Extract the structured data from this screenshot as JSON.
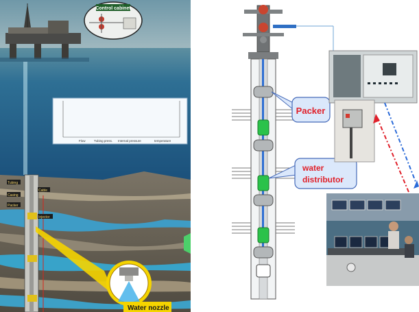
{
  "left_panel": {
    "control_cabinet_label": "Control cabinet",
    "chart_legend": [
      "Flow",
      "Tubing press.",
      "Internal pressure",
      "temperature"
    ],
    "well_labels": {
      "tubing": "Tubing",
      "cable": "Cable",
      "casing": "Casing",
      "packer": "Packer",
      "injector": "Injector"
    },
    "water_nozzle_label": "Water nozzle"
  },
  "right_panel": {
    "packer_label": "Packer",
    "water_distributor_label": "water distributor"
  },
  "colors": {
    "sky_top": "#4b7c93",
    "sea": "#2c7aa0",
    "label_red": "#e0202a",
    "label_blue": "#1a3ea8",
    "callout_yellow": "#f5d400",
    "packer_green": "#1fbf3a",
    "arrow_red": "#e0202a",
    "arrow_blue": "#2a6ad8"
  }
}
